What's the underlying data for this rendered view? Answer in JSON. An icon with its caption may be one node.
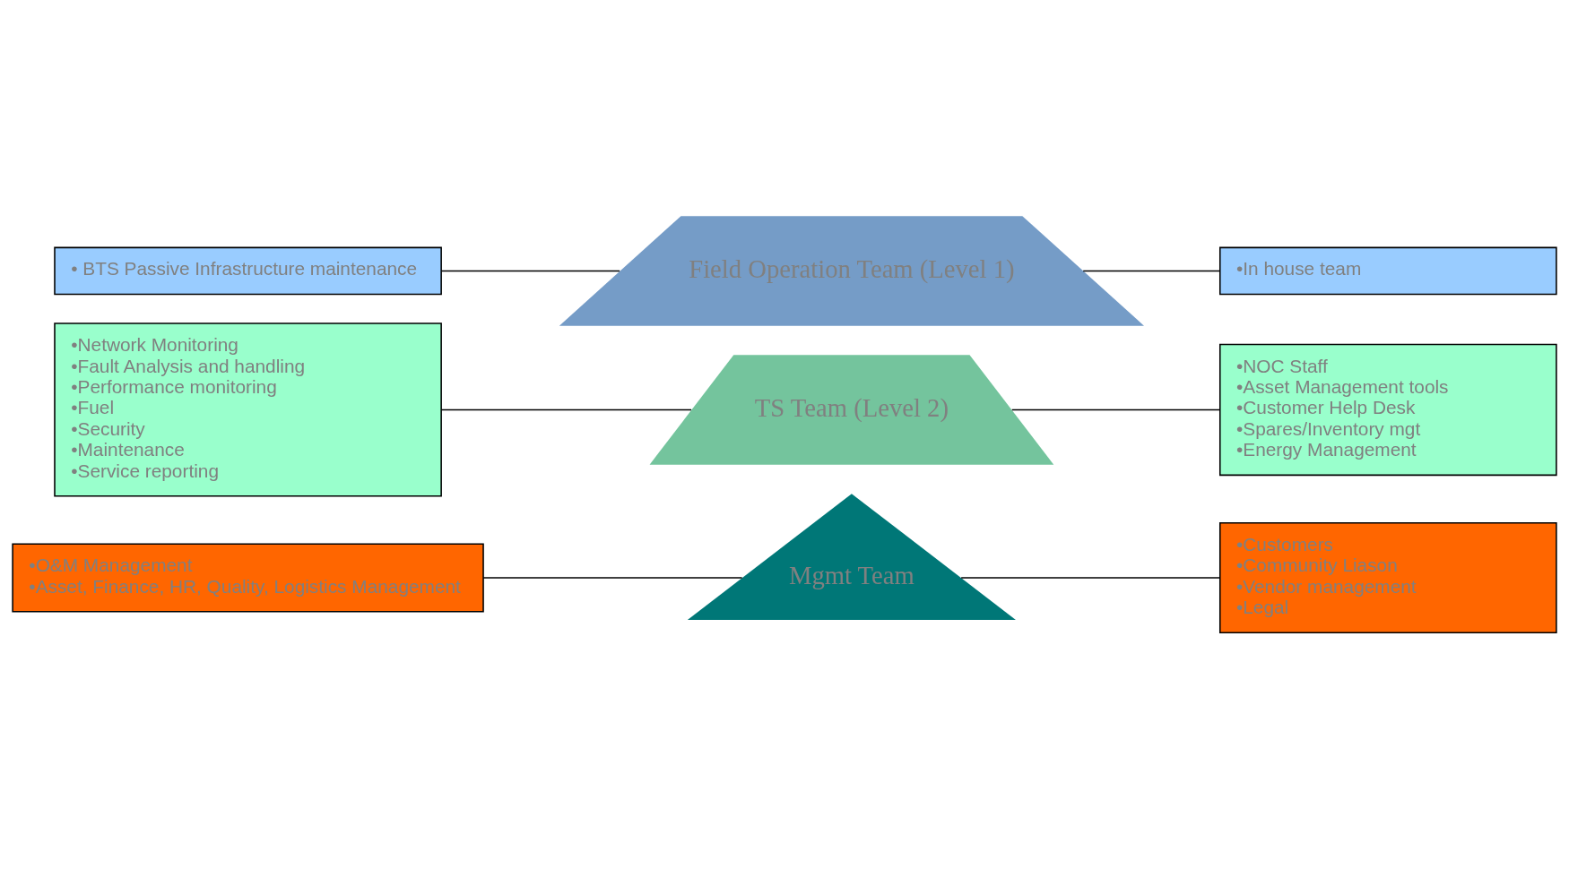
{
  "diagram": {
    "nodes": [
      {
        "text": [
          "•O&M Management",
          "•Asset, Finance, HR, Quality, Logistics Management"
        ]
      },
      {
        "text": [
          "Mgmt Team"
        ]
      },
      {
        "text": [
          "•Customers",
          "•Community Liason",
          "•Vendor management",
          "•Legal"
        ]
      },
      {
        "text": [
          "•Network Monitoring",
          "•Fault Analysis and handling",
          "•Performance monitoring",
          "•Fuel",
          "•Security",
          "•Maintenance",
          "•Service reporting"
        ]
      },
      {
        "text": [
          "TS Team (Level 2)"
        ]
      },
      {
        "text": [
          "•NOC Staff",
          "•Asset Management tools",
          "•Customer Help Desk",
          "•Spares/Inventory mgt",
          "•Energy Management"
        ]
      },
      {
        "text": [
          "Field Operation Team (Level 1)"
        ]
      },
      {
        "text": [
          "• BTS Passive Infrastructure maintenance"
        ]
      },
      {
        "text": [
          "•In house team"
        ]
      }
    ],
    "edges": [
      {
        "from": 0,
        "to": 1,
        "arrow": "none"
      },
      {
        "from": 1,
        "to": 2,
        "arrow": "none"
      },
      {
        "from": 3,
        "to": 4,
        "arrow": "none"
      },
      {
        "from": 4,
        "to": 5,
        "arrow": "none"
      },
      {
        "from": 7,
        "to": 6,
        "arrow": "none"
      },
      {
        "from": 6,
        "to": 8,
        "arrow": "none"
      }
    ]
  }
}
